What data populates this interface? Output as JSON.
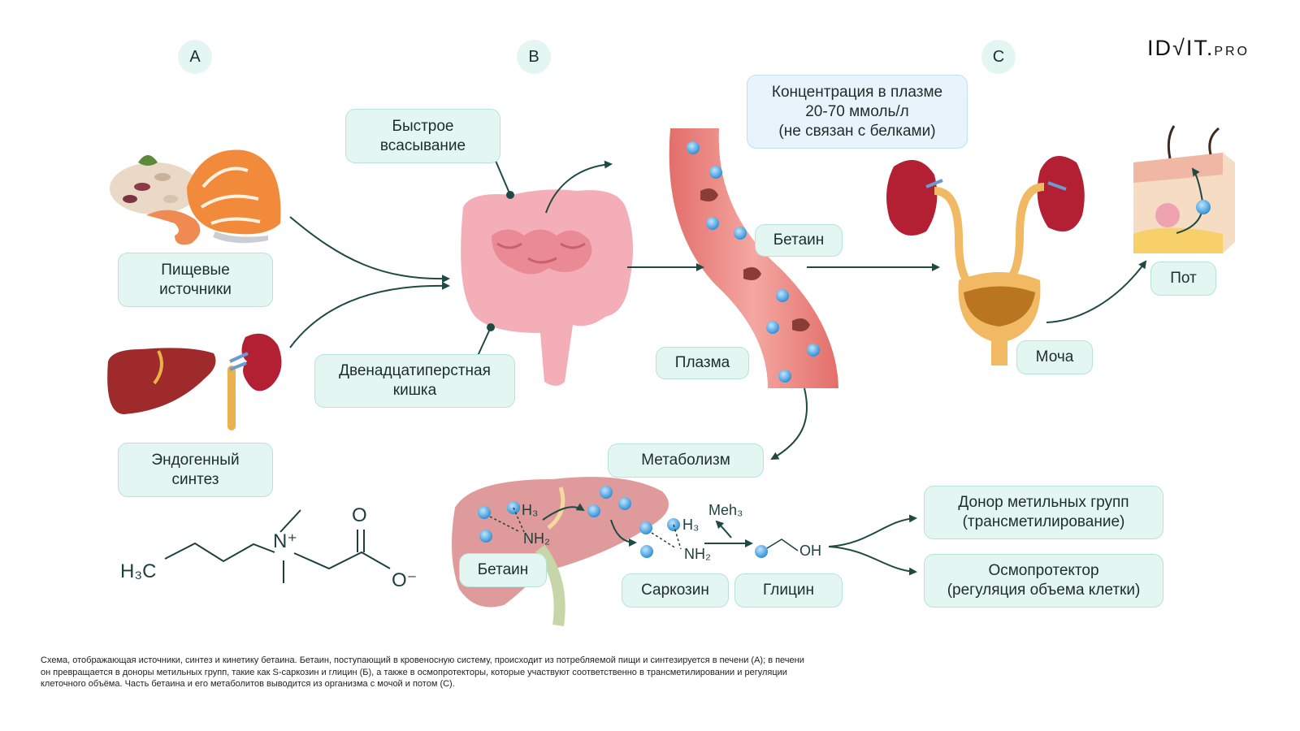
{
  "logo": {
    "main": "ID√IT.",
    "suffix": "PRO"
  },
  "sections": {
    "a": "A",
    "b": "B",
    "c": "C"
  },
  "labels": {
    "food": "Пищевые\nисточники",
    "endogenous": "Эндогенный\nсинтез",
    "fast_absorption": "Быстрое\nвсасывание",
    "duodenum": "Двенадцатиперстная\nкишка",
    "plasma_conc": "Концентрация в плазме\n20-70 ммоль/л\n(не связан с белками)",
    "betaine_blood": "Бетаин",
    "plasma": "Плазма",
    "metabolism": "Метаболизм",
    "urine": "Моча",
    "sweat": "Пот",
    "betaine_liver": "Бетаин",
    "sarcosine": "Саркозин",
    "glycine": "Глицин",
    "methyl_donor": "Донор метильных групп\n(трансметилирование)",
    "osmoprotector": "Осмопротектор\n(регуляция объема клетки)"
  },
  "chemistry": {
    "h3c": "H₃C",
    "n_plus": "N⁺",
    "o": "O",
    "o_minus": "O⁻",
    "h3_a": "H₃",
    "nh2_a": "NH₂",
    "h3_b": "H₃",
    "nh2_b": "NH₂",
    "meh3": "Meh₃",
    "oh": "OH"
  },
  "caption": "Схема, отображающая источники, синтез и кинетику бетаина. Бетаин, поступающий в кровеносную систему, происходит из потребляемой пищи и синтезируется в печени (А); в печени он превращается в доноры метильных групп, такие как S-саркозин и глицин (Б), а также в осмопротекторы, которые участвуют соответственно в трансметилировании и регуляции клеточного объёма. Часть бетаина и его метаболитов выводится из организма с мочой и потом (С).",
  "colors": {
    "arrow": "#1f4a43",
    "box_fill": "#e3f6f2",
    "box_border": "#b6e3da",
    "molecule": "#4aa9e6",
    "vessel": "#e7807c",
    "liver": "#9e2a2b",
    "kidney": "#b31f33"
  }
}
